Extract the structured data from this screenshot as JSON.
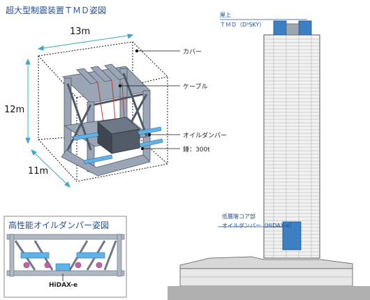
{
  "tmd": {
    "title": "超大型制震装置ＴＭＤ姿図",
    "dim_width": "13m",
    "dim_height": "12m",
    "dim_depth": "11m",
    "label_cover": "カバー",
    "label_cable": "ケーブル",
    "label_oil_damper": "オイルダンパー",
    "label_weight": "錘：300t"
  },
  "damper": {
    "title": "高性能オイルダンパー姿図",
    "label": "HiDAX-e"
  },
  "tower": {
    "roof_label": "屋上",
    "roof_tmd": "ＴＭＤ（D³SKY）",
    "core_label_1": "低層階コア部",
    "core_label_2": "オイルダンパー（HiDAX-e）"
  },
  "colors": {
    "accent": "#1f4f96",
    "cyan_dim": "#3aa9c9",
    "damper_blue": "#5fb3e6"
  }
}
